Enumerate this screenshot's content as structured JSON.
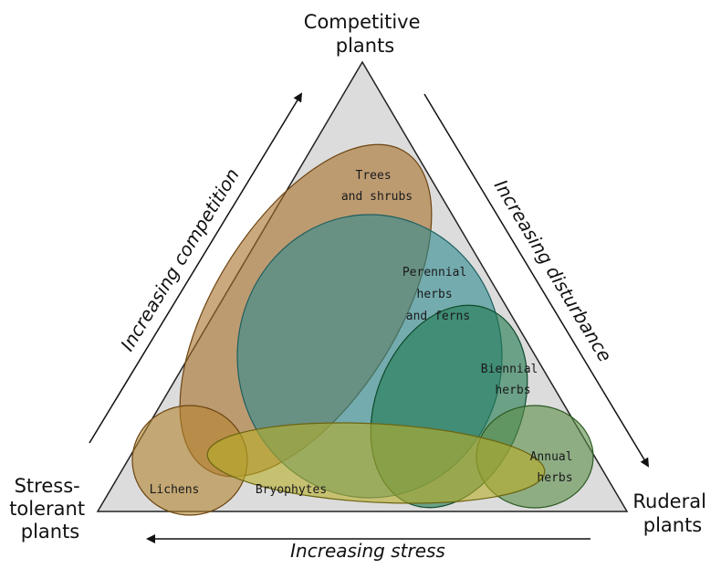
{
  "vertices": {
    "top": [
      "Competitive",
      "plants"
    ],
    "left": [
      "Stress-",
      "tolerant",
      "plants"
    ],
    "right": [
      "Ruderal",
      "plants"
    ]
  },
  "axes": {
    "competition": "Increasing competition",
    "disturbance": "Increasing disturbance",
    "stress": "Increasing stress"
  },
  "groups": {
    "trees": {
      "lines": [
        "Trees",
        "and shrubs"
      ],
      "color": "#a8702a"
    },
    "perennial": {
      "lines": [
        "Perennial",
        "herbs",
        "and ferns"
      ],
      "color": "#2e8a8f"
    },
    "biennial": {
      "lines": [
        "Biennial",
        "herbs"
      ],
      "color": "#1f7a4f"
    },
    "annual": {
      "lines": [
        "Annual",
        "herbs"
      ],
      "color": "#5a8e48"
    },
    "lichens": {
      "lines": [
        "Lichens"
      ],
      "color": "#b2832e"
    },
    "bryophytes": {
      "lines": [
        "Bryophytes"
      ],
      "color": "#b7ae2a"
    }
  },
  "colors": {
    "triangle_fill": "#dcdcdc",
    "outline": "#222222"
  }
}
